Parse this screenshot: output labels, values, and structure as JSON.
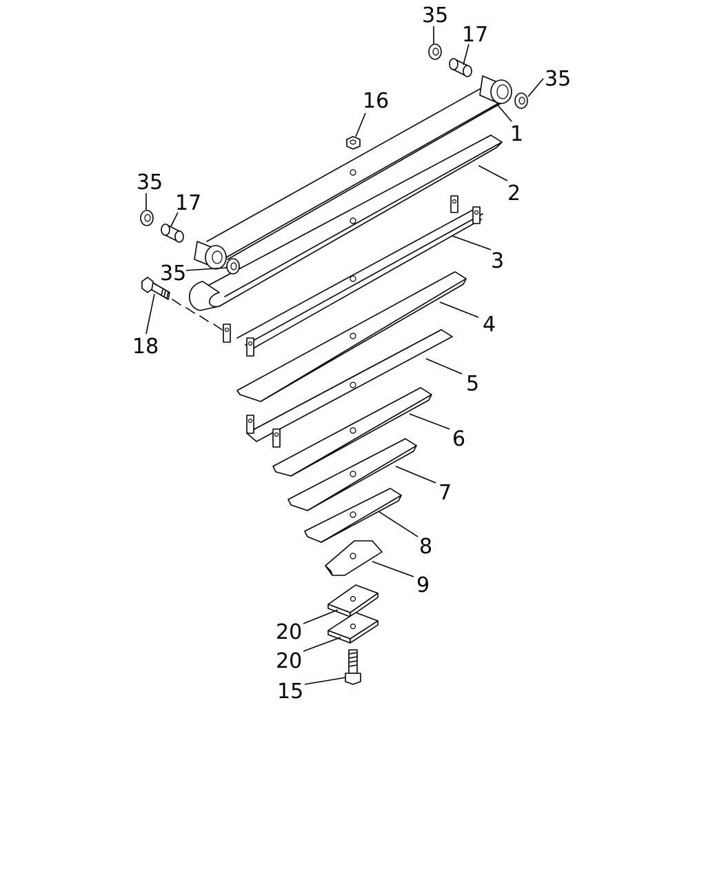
{
  "diagram": {
    "callouts": {
      "c1": "1",
      "c2": "2",
      "c3": "3",
      "c4": "4",
      "c5": "5",
      "c6": "6",
      "c7": "7",
      "c8": "8",
      "c9": "9",
      "c15": "15",
      "c16": "16",
      "c17a": "17",
      "c17b": "17",
      "c18": "18",
      "c20a": "20",
      "c20b": "20",
      "c35a": "35",
      "c35b": "35",
      "c35c": "35",
      "c35d": "35"
    }
  }
}
